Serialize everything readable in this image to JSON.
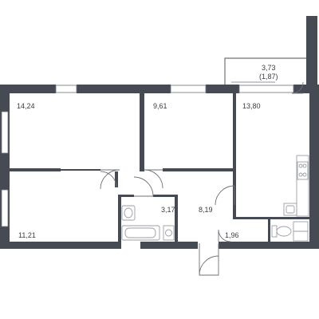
{
  "plan": {
    "colors": {
      "wall": "#464a52",
      "line": "#6d717a",
      "fixture": "#9a9ea6",
      "background": "#ffffff"
    },
    "rooms": [
      {
        "id": "room-1",
        "label": "14,24"
      },
      {
        "id": "room-2",
        "label": "9,61"
      },
      {
        "id": "kitchen",
        "label": "13,80"
      },
      {
        "id": "balcony",
        "label": "3,73",
        "sublabel": "(1,87)"
      },
      {
        "id": "room-3",
        "label": "11,21"
      },
      {
        "id": "bathroom",
        "label": "3,17"
      },
      {
        "id": "hallway",
        "label": "8,19"
      },
      {
        "id": "wc",
        "label": "1,96"
      }
    ]
  }
}
